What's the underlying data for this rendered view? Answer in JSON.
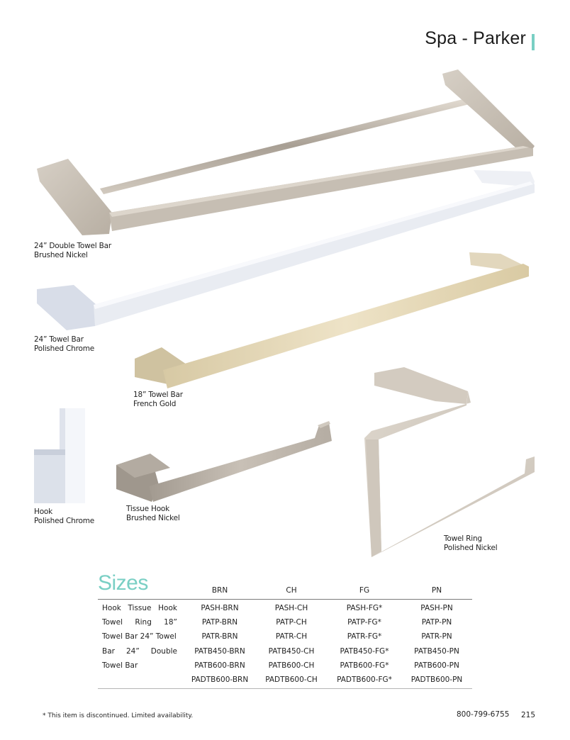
{
  "header": {
    "title": "Spa - Parker",
    "accent_color": "#79cfc4"
  },
  "products": [
    {
      "name": "24” Double Towel Bar",
      "finish": "Brushed Nickel",
      "color": "#c9c1b6"
    },
    {
      "name": "24” Towel Bar",
      "finish": "Polished Chrome",
      "color": "#e6e9f0"
    },
    {
      "name": "18” Towel Bar",
      "finish": "French Gold",
      "color": "#ddcfae"
    },
    {
      "name": "Hook",
      "finish": "Polished Chrome",
      "color": "#e8ebf2"
    },
    {
      "name": "Tissue Hook",
      "finish": "Brushed Nickel",
      "color": "#b9b2aa"
    },
    {
      "name": "Towel Ring",
      "finish": "Polished Nickel",
      "color": "#d8d0c6"
    }
  ],
  "sizes": {
    "title": "Sizes",
    "columns": [
      "BRN",
      "CH",
      "FG",
      "PN"
    ],
    "description_lines": [
      [
        "Hook",
        "Tissue",
        "Hook"
      ],
      [
        "Towel",
        "Ring",
        "18”"
      ],
      [
        "Towel Bar 24” Towel"
      ],
      [
        "Bar",
        "24”",
        "Double"
      ],
      [
        "Towel Bar"
      ]
    ],
    "rows": [
      {
        "BRN": "PASH-BRN",
        "CH": "PASH-CH",
        "FG": "PASH-FG*",
        "PN": "PASH-PN"
      },
      {
        "BRN": "PATP-BRN",
        "CH": "PATP-CH",
        "FG": "PATP-FG*",
        "PN": "PATP-PN"
      },
      {
        "BRN": "PATR-BRN",
        "CH": "PATR-CH",
        "FG": "PATR-FG*",
        "PN": "PATR-PN"
      },
      {
        "BRN": "PATB450-BRN",
        "CH": "PATB450-CH",
        "FG": "PATB450-FG*",
        "PN": "PATB450-PN"
      },
      {
        "BRN": "PATB600-BRN",
        "CH": "PATB600-CH",
        "FG": "PATB600-FG*",
        "PN": "PATB600-PN"
      },
      {
        "BRN": "PADTB600-BRN",
        "CH": "PADTB600-CH",
        "FG": "PADTB600-FG*",
        "PN": "PADTB600-PN"
      }
    ]
  },
  "footer": {
    "footnote": "* This item is discontinued. Limited availability.",
    "phone": "800-799-6755",
    "page_number": "215"
  }
}
